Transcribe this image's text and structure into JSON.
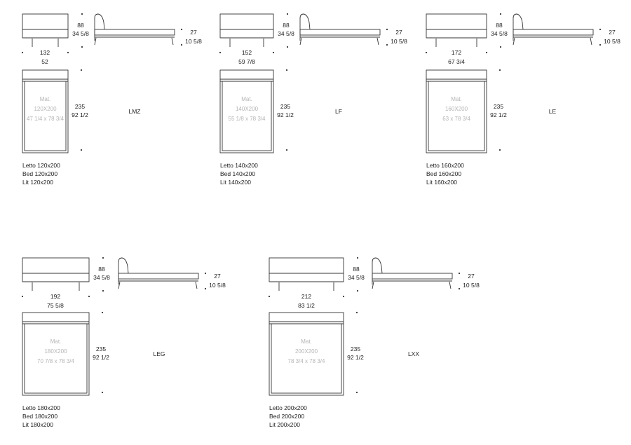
{
  "colors": {
    "line": "#333333",
    "text": "#222222",
    "mattress_text": "#b5b5b5"
  },
  "beds": [
    {
      "code": "LMZ",
      "front_height_cm": "88",
      "front_height_in": "34 5/8",
      "side_height_cm": "27",
      "side_height_in": "10 5/8",
      "width_cm": "132",
      "width_in": "52",
      "length_cm": "235",
      "length_in": "92 1/2",
      "mat_label": "Mat.",
      "mat_size": "120X200",
      "mat_size_in": "47 1/4 x 78 3/4",
      "names": [
        "Letto 120x200",
        "Bed 120x200",
        "Lit 120x200"
      ]
    },
    {
      "code": "LF",
      "front_height_cm": "88",
      "front_height_in": "34 5/8",
      "side_height_cm": "27",
      "side_height_in": "10 5/8",
      "width_cm": "152",
      "width_in": "59 7/8",
      "length_cm": "235",
      "length_in": "92 1/2",
      "mat_label": "Mat.",
      "mat_size": "140X200",
      "mat_size_in": "55 1/8 x 78 3/4",
      "names": [
        "Letto 140x200",
        "Bed 140x200",
        "Lit 140x200"
      ]
    },
    {
      "code": "LE",
      "front_height_cm": "88",
      "front_height_in": "34 5/8",
      "side_height_cm": "27",
      "side_height_in": "10 5/8",
      "width_cm": "172",
      "width_in": "67 3/4",
      "length_cm": "235",
      "length_in": "92 1/2",
      "mat_label": "Mat.",
      "mat_size": "160X200",
      "mat_size_in": "63 x 78 3/4",
      "names": [
        "Letto 160x200",
        "Bed 160x200",
        "Lit 160x200"
      ]
    },
    {
      "code": "LEG",
      "front_height_cm": "88",
      "front_height_in": "34 5/8",
      "side_height_cm": "27",
      "side_height_in": "10 5/8",
      "width_cm": "192",
      "width_in": "75 5/8",
      "length_cm": "235",
      "length_in": "92 1/2",
      "mat_label": "Mat.",
      "mat_size": "180X200",
      "mat_size_in": "70 7/8 x 78 3/4",
      "names": [
        "Letto 180x200",
        "Bed 180x200",
        "Lit 180x200"
      ]
    },
    {
      "code": "LXX",
      "front_height_cm": "88",
      "front_height_in": "34 5/8",
      "side_height_cm": "27",
      "side_height_in": "10 5/8",
      "width_cm": "212",
      "width_in": "83 1/2",
      "length_cm": "235",
      "length_in": "92 1/2",
      "mat_label": "Mat.",
      "mat_size": "200X200",
      "mat_size_in": "78 3/4 x 78 3/4",
      "names": [
        "Letto 200x200",
        "Bed 200x200",
        "Lit 200x200"
      ]
    }
  ]
}
